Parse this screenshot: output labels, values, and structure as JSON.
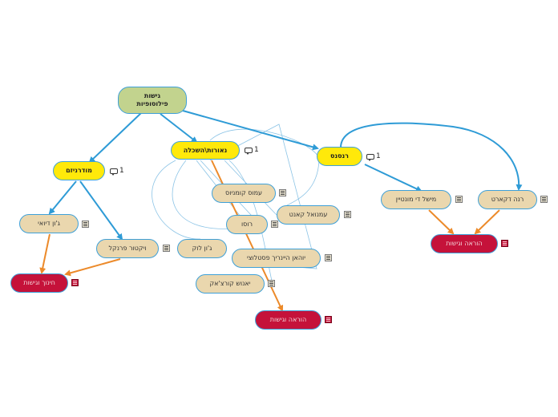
{
  "root": {
    "line1": "גישות",
    "line2": "פילוסופיות"
  },
  "topics": {
    "modernism": "מודרניזם",
    "enlightenment": "נאורות\\השכלה",
    "renaissance": "רנסנס"
  },
  "comments": {
    "modernism": "1",
    "enlightenment": "1",
    "renaissance": "1"
  },
  "people": {
    "dewey": "ג'ון דיואי",
    "frankl": "ויקטור פרנקל",
    "comenius": "עמוס קומניוס",
    "kant": "עמנואל קאנט",
    "rousseau": "רוסו",
    "locke": "ג'ון לוק",
    "pestalozzi": "יוהאן היינריך פסטלוצי",
    "korczak": "יאנוש קורצ'אק",
    "montaigne": "מישל די מונטיין",
    "descartes": "רנה דקארט"
  },
  "outcomes": {
    "left": "חינוך וגישות",
    "center": "הוראה וגישות",
    "right": "הוראה וגישות"
  },
  "colors": {
    "root_fill": "#c2d38e",
    "topic_fill": "#ffe90a",
    "person_fill": "#ead7ae",
    "outcome_fill": "#c5123a",
    "connector_blue": "#2e9bd6",
    "connector_orange": "#ec8a2a",
    "thin_line": "#8cc4e6"
  }
}
